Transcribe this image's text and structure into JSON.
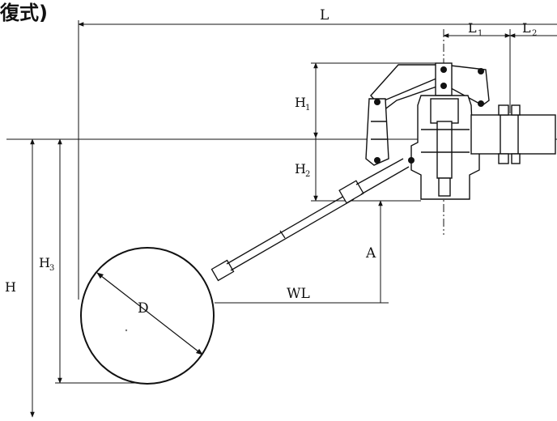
{
  "title_fragment": "復式)",
  "labels": {
    "L": "L",
    "L1": "L",
    "L1_sub": "1",
    "L2": "L",
    "L2_sub": "2",
    "H1": "H",
    "H1_sub": "1",
    "H2": "H",
    "H2_sub": "2",
    "H3": "H",
    "H3_sub": "3",
    "H": "H",
    "A": "A",
    "WL": "WL",
    "D": "D"
  }
}
